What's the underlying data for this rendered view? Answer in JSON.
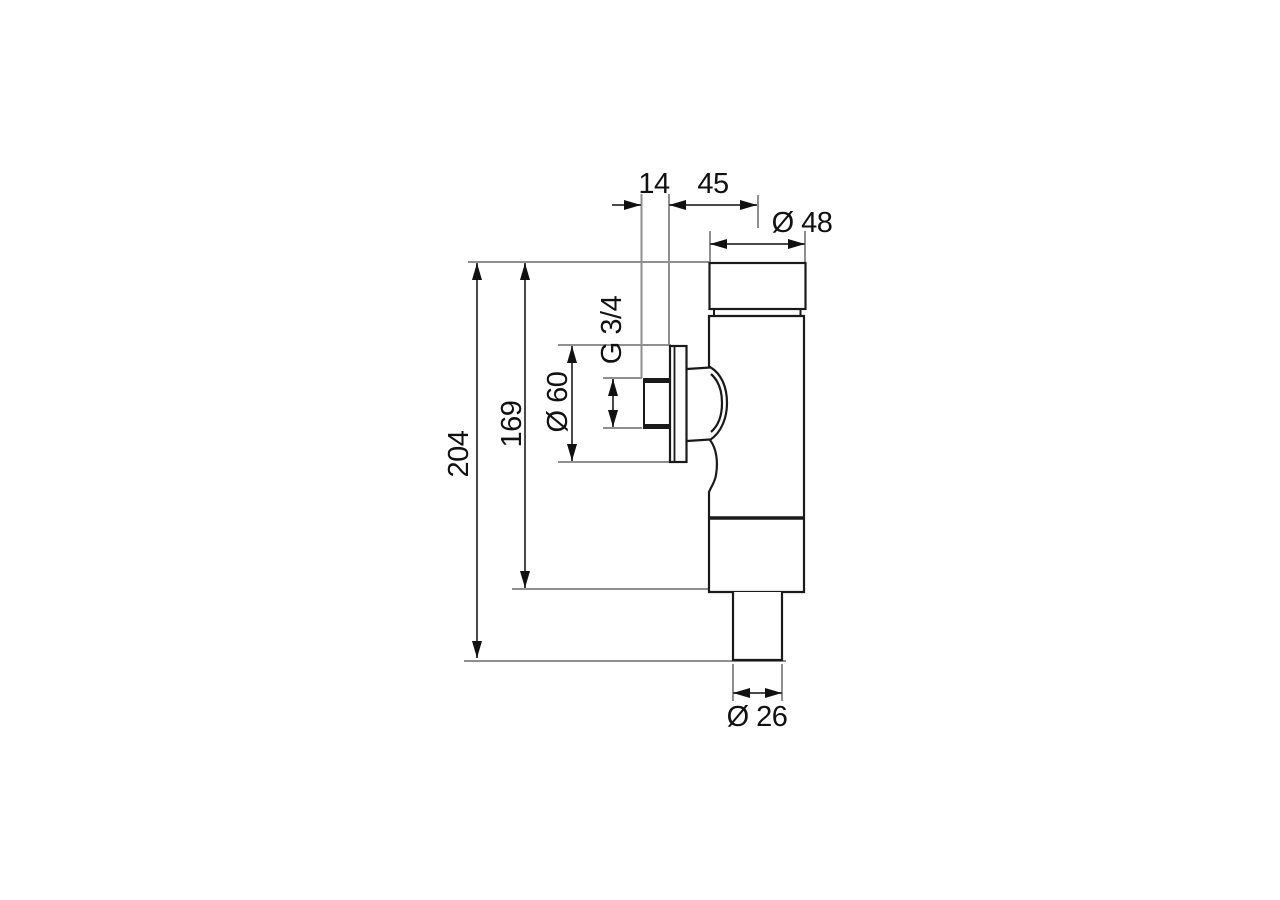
{
  "drawing": {
    "type": "technical-dimension-drawing",
    "subject": "flush-valve-side-view",
    "background": "#ffffff",
    "colors": {
      "object_line": "#1a1a1a",
      "dimension_line": "#4a4a4a",
      "extension_line": "#8f8f8f",
      "arrow": "#111111",
      "text": "#111111"
    },
    "labels": {
      "stub_length": "14",
      "wall_to_axis": "45",
      "cap_diameter": "Ø 48",
      "thread_size": "G 3/4",
      "flange_diameter": "Ø 60",
      "valve_body_height": "169",
      "overall_height": "204",
      "outlet_pipe_diameter": "Ø 26"
    }
  }
}
